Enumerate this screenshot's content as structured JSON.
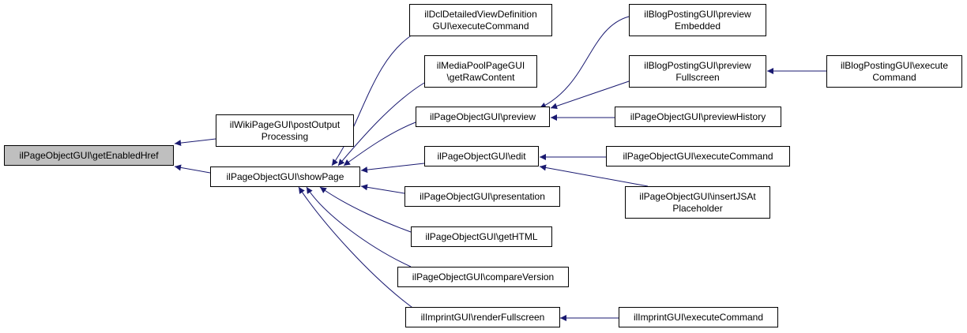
{
  "graph": {
    "edge_color": "#191970",
    "nodes": [
      {
        "id": "root",
        "label": "ilPageObjectGUI\\getEnabledHref",
        "highlighted": true
      },
      {
        "id": "wiki",
        "label": "ilWikiPageGUI\\postOutput\nProcessing"
      },
      {
        "id": "show",
        "label": "ilPageObjectGUI\\showPage"
      },
      {
        "id": "dcl",
        "label": "ilDclDetailedViewDefinition\nGUI\\executeCommand"
      },
      {
        "id": "media",
        "label": "ilMediaPoolPageGUI\n\\getRawContent"
      },
      {
        "id": "prev",
        "label": "ilPageObjectGUI\\preview"
      },
      {
        "id": "edit",
        "label": "ilPageObjectGUI\\edit"
      },
      {
        "id": "pres",
        "label": "ilPageObjectGUI\\presentation"
      },
      {
        "id": "html",
        "label": "ilPageObjectGUI\\getHTML"
      },
      {
        "id": "comp",
        "label": "ilPageObjectGUI\\compareVersion"
      },
      {
        "id": "impr",
        "label": "ilImprintGUI\\renderFullscreen"
      },
      {
        "id": "bpe",
        "label": "ilBlogPostingGUI\\preview\nEmbedded"
      },
      {
        "id": "bpf",
        "label": "ilBlogPostingGUI\\preview\nFullscreen"
      },
      {
        "id": "ph",
        "label": "ilPageObjectGUI\\previewHistory"
      },
      {
        "id": "exe",
        "label": "ilPageObjectGUI\\executeCommand"
      },
      {
        "id": "ins",
        "label": "ilPageObjectGUI\\insertJSAt\nPlaceholder"
      },
      {
        "id": "ime",
        "label": "ilImprintGUI\\executeCommand"
      },
      {
        "id": "bex",
        "label": "ilBlogPostingGUI\\execute\nCommand"
      }
    ],
    "edges": [
      {
        "from": "wiki",
        "to": "root"
      },
      {
        "from": "show",
        "to": "root"
      },
      {
        "from": "dcl",
        "to": "show"
      },
      {
        "from": "media",
        "to": "show"
      },
      {
        "from": "prev",
        "to": "show"
      },
      {
        "from": "edit",
        "to": "show"
      },
      {
        "from": "pres",
        "to": "show"
      },
      {
        "from": "html",
        "to": "show"
      },
      {
        "from": "comp",
        "to": "show"
      },
      {
        "from": "impr",
        "to": "show"
      },
      {
        "from": "bpe",
        "to": "prev"
      },
      {
        "from": "bpf",
        "to": "prev"
      },
      {
        "from": "ph",
        "to": "prev"
      },
      {
        "from": "exe",
        "to": "edit"
      },
      {
        "from": "ins",
        "to": "edit"
      },
      {
        "from": "ime",
        "to": "impr"
      },
      {
        "from": "bex",
        "to": "bpf"
      }
    ]
  }
}
